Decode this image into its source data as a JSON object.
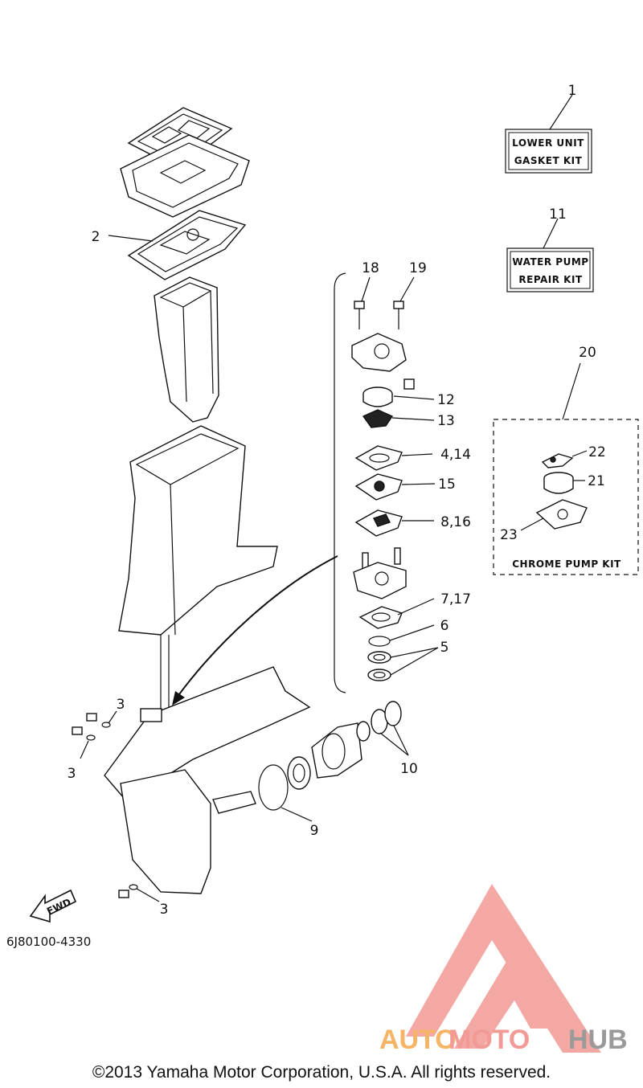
{
  "callouts": [
    "1",
    "2",
    "3",
    "3",
    "3",
    "4,14",
    "5",
    "6",
    "7,17",
    "8,16",
    "9",
    "10",
    "11",
    "12",
    "13",
    "15",
    "18",
    "19",
    "20",
    "21",
    "22",
    "23"
  ],
  "kits": {
    "lower_unit": [
      "LOWER UNIT",
      "GASKET KIT"
    ],
    "water_pump": [
      "WATER PUMP",
      "REPAIR KIT"
    ],
    "chrome_pump": "CHROME PUMP KIT"
  },
  "direction_label": "FWD",
  "diagram_code": "6J80100-4330",
  "watermark": {
    "part1": "AUTO",
    "part2": "MOTO",
    "part3": "HUB",
    "colors": {
      "auto": "#f5b466",
      "moto": "#f29a95",
      "hub": "#9a9a9a",
      "logo": "#f08a85"
    }
  },
  "copyright": "©2013 Yamaha Motor Corporation, U.S.A. All rights reserved."
}
